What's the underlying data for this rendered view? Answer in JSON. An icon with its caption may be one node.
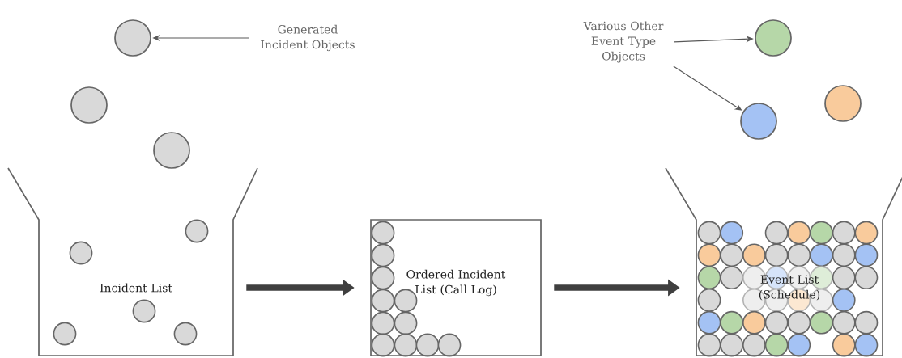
{
  "diagram": {
    "nodes": [
      {
        "text": [
          "Generated Incident Objects"
        ]
      },
      {
        "text": [],
        "shape": "circle"
      },
      {
        "text": [],
        "shape": "circle"
      },
      {
        "text": [],
        "shape": "circle"
      },
      {
        "text": [
          "Various Other Event Type Objects"
        ]
      },
      {
        "text": [],
        "shape": "circle"
      },
      {
        "text": [],
        "shape": "circle"
      },
      {
        "text": [],
        "shape": "circle"
      },
      {
        "text": [
          "Incident List"
        ]
      },
      {
        "text": [
          "Ordered Incident List (Call Log)"
        ]
      },
      {
        "text": [
          "Event List (Schedule)"
        ]
      }
    ],
    "edges": [
      {
        "from": 0,
        "to": 1,
        "arrow": "to"
      },
      {
        "from": 4,
        "to": 5,
        "arrow": "to"
      },
      {
        "from": 4,
        "to": 6,
        "arrow": "to"
      },
      {
        "from": 8,
        "to": 9,
        "arrow": "to",
        "style": "thick",
        "color": "#3f3f3f"
      },
      {
        "from": 9,
        "to": 10,
        "arrow": "to",
        "style": "thick",
        "color": "#3f3f3f"
      }
    ]
  }
}
